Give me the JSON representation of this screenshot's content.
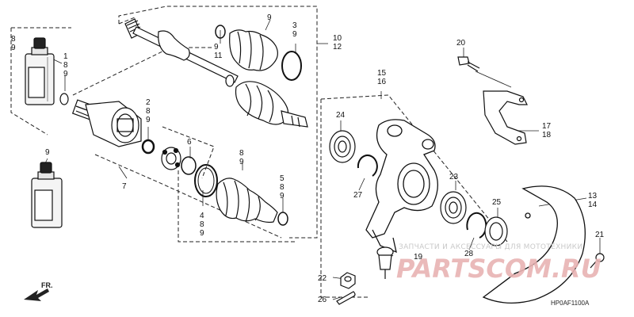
{
  "diagram": {
    "code": "HP0AF1100A",
    "direction_label": "FR.",
    "watermark_text": "ЗАПЧАСТИ И АКСЕССУАРЫ ДЛЯ МОТОТЕХНИКИ",
    "watermark_logo": "PARTSCOM.RU",
    "callouts": [
      {
        "id": "c1",
        "lines": [
          "8",
          "9"
        ]
      },
      {
        "id": "c2",
        "lines": [
          "1",
          "8",
          "9"
        ]
      },
      {
        "id": "c3",
        "lines": [
          "9"
        ]
      },
      {
        "id": "c4",
        "lines": [
          "2",
          "8",
          "9"
        ]
      },
      {
        "id": "c5",
        "lines": [
          "7"
        ]
      },
      {
        "id": "c6",
        "lines": [
          "9",
          "11"
        ]
      },
      {
        "id": "c7",
        "lines": [
          "9"
        ]
      },
      {
        "id": "c8",
        "lines": [
          "3",
          "9"
        ]
      },
      {
        "id": "c9",
        "lines": [
          "10",
          "12"
        ]
      },
      {
        "id": "c10",
        "lines": [
          "6"
        ]
      },
      {
        "id": "c11",
        "lines": [
          "8",
          "9"
        ]
      },
      {
        "id": "c12",
        "lines": [
          "5",
          "8",
          "9"
        ]
      },
      {
        "id": "c13",
        "lines": [
          "4",
          "8",
          "9"
        ]
      },
      {
        "id": "c14",
        "lines": [
          "15",
          "16"
        ]
      },
      {
        "id": "c15",
        "lines": [
          "24"
        ]
      },
      {
        "id": "c16",
        "lines": [
          "27"
        ]
      },
      {
        "id": "c17",
        "lines": [
          "23"
        ]
      },
      {
        "id": "c18",
        "lines": [
          "25"
        ]
      },
      {
        "id": "c19",
        "lines": [
          "28"
        ]
      },
      {
        "id": "c20",
        "lines": [
          "19"
        ]
      },
      {
        "id": "c21",
        "lines": [
          "22"
        ]
      },
      {
        "id": "c22",
        "lines": [
          "26"
        ]
      },
      {
        "id": "c23",
        "lines": [
          "20"
        ]
      },
      {
        "id": "c24",
        "lines": [
          "17",
          "18"
        ]
      },
      {
        "id": "c25",
        "lines": [
          "13",
          "14"
        ]
      },
      {
        "id": "c26",
        "lines": [
          "21"
        ]
      }
    ]
  }
}
